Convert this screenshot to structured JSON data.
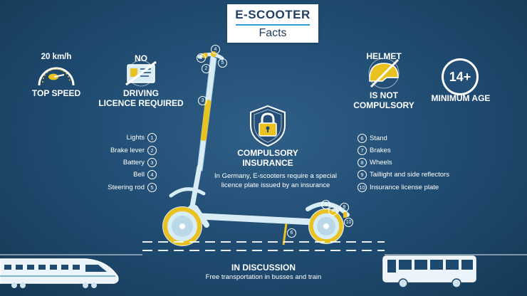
{
  "title": {
    "main": "E-SCOOTER",
    "sub": "Facts"
  },
  "facts": {
    "speed": {
      "value": "20 km/h",
      "label": "TOP SPEED"
    },
    "licence": {
      "no": "NO",
      "line1": "DRIVING",
      "line2": "LICENCE REQUIRED"
    },
    "helmet": {
      "top": "HELMET",
      "line1": "IS NOT",
      "line2": "COMPULSORY"
    },
    "age": {
      "value": "14+",
      "label": "MINIMUM AGE"
    },
    "insurance": {
      "line1": "COMPULSORY",
      "line2": "INSURANCE",
      "text1": "In Germany, E-scooters require a special",
      "text2": "licence plate issued by an insurance"
    },
    "discussion": {
      "title": "IN DISCUSSION",
      "text": "Free transportation in busses and train"
    }
  },
  "parts_left": [
    {
      "label": "Lights",
      "num": "1"
    },
    {
      "label": "Brake lever",
      "num": "2"
    },
    {
      "label": "Battery",
      "num": "3"
    },
    {
      "label": "Bell",
      "num": "4"
    },
    {
      "label": "Steering rod",
      "num": "5"
    }
  ],
  "parts_right": [
    {
      "num": "6",
      "label": "Stand"
    },
    {
      "num": "7",
      "label": "Brakes"
    },
    {
      "num": "8",
      "label": "Wheels"
    },
    {
      "num": "9",
      "label": "Taillight and side reflectors"
    },
    {
      "num": "10",
      "label": "Insurance license plate"
    }
  ],
  "colors": {
    "background": "#1f4a70",
    "accent_yellow": "#e9c21f",
    "title_text": "#1e3f63",
    "scooter_body": "#d8ecf6",
    "title_rule": "#2e9fd0"
  }
}
